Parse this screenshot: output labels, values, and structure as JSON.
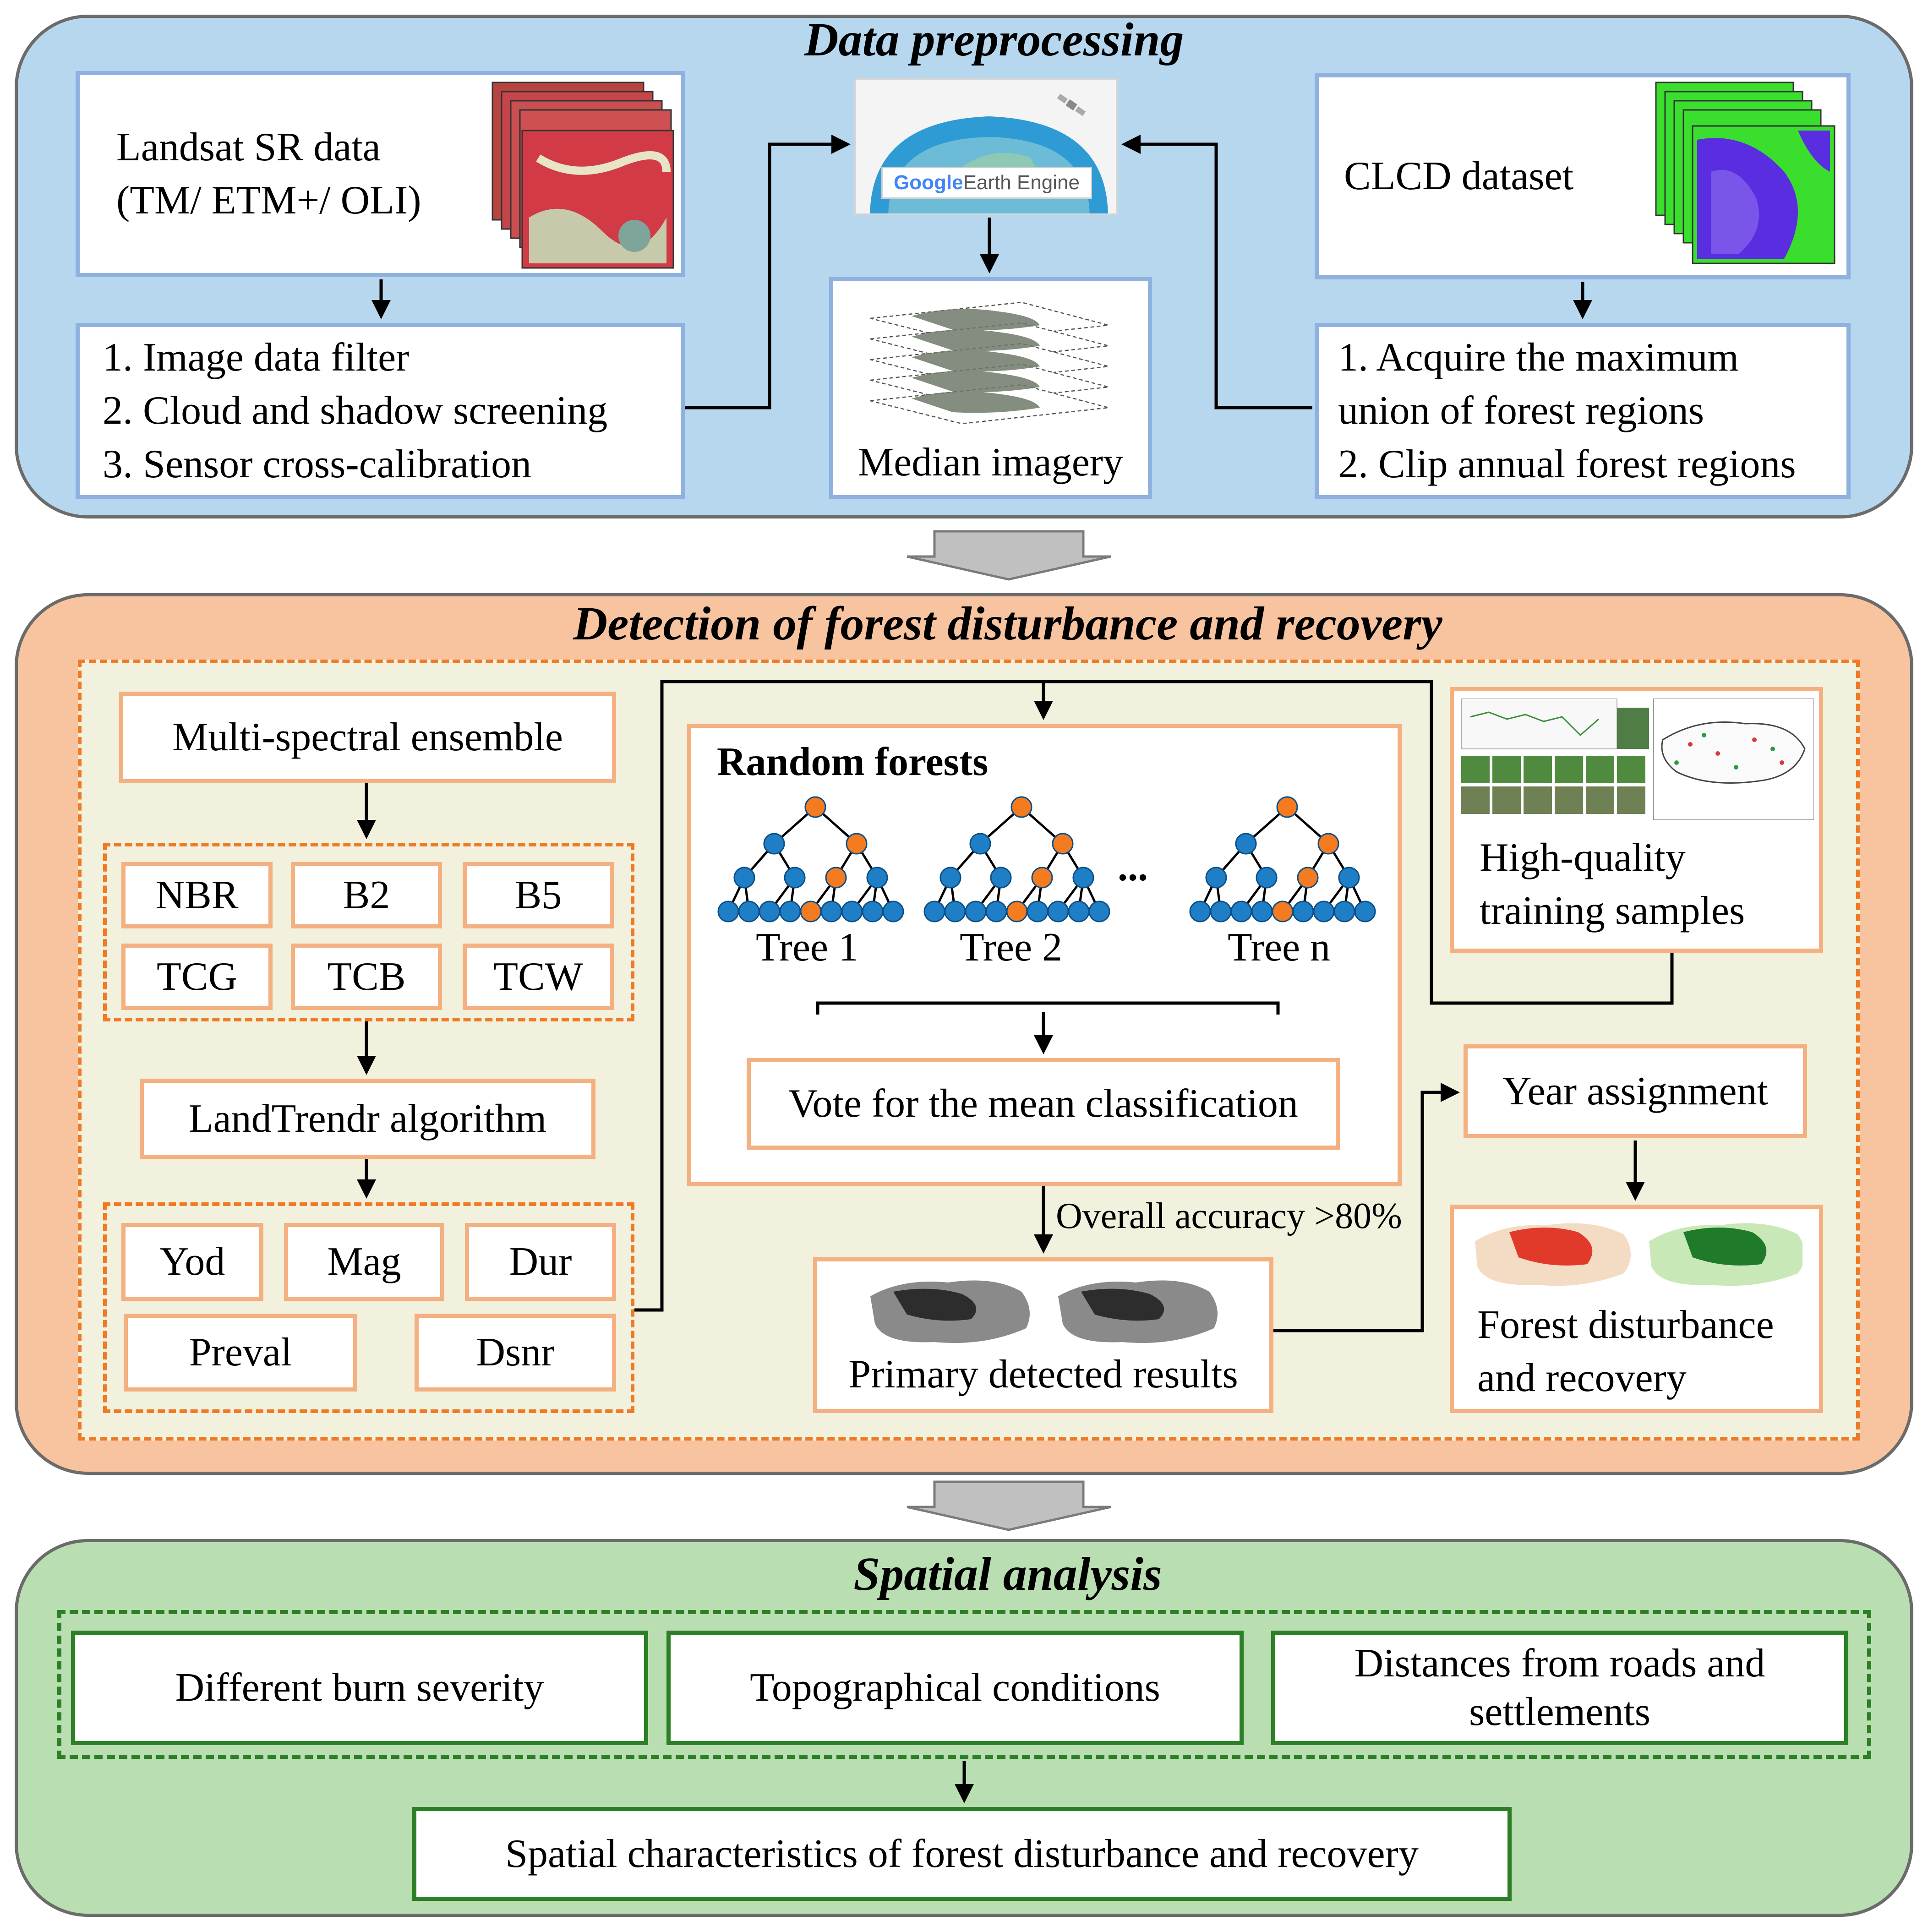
{
  "sections": {
    "preprocessing": {
      "title": "Data preprocessing",
      "landsat_label_l1": "Landsat SR data",
      "landsat_label_l2": "(TM/ ETM+/ OLI)",
      "landsat_steps": [
        "1. Image data filter",
        "2. Cloud and shadow screening",
        "3. Sensor cross-calibration"
      ],
      "gee_logo_google": "Google",
      "gee_logo_rest": " Earth Engine",
      "median_label": "Median imagery",
      "clcd_label": "CLCD dataset",
      "clcd_steps": [
        "1. Acquire the maximum",
        "union of forest regions",
        "2. Clip annual forest regions"
      ]
    },
    "detection": {
      "title": "Detection of forest disturbance and recovery",
      "ensemble_label": "Multi-spectral ensemble",
      "indices": [
        "NBR",
        "B2",
        "B5",
        "TCG",
        "TCB",
        "TCW"
      ],
      "landtrendr_label": "LandTrendr algorithm",
      "metrics": [
        "Yod",
        "Mag",
        "Dur",
        "Preval",
        "Dsnr"
      ],
      "rf_title": "Random forests",
      "trees": [
        "Tree 1",
        "Tree 2",
        "Tree n"
      ],
      "ellipsis": "...",
      "vote_label": "Vote for the mean classification",
      "accuracy_label": "Overall accuracy >80%",
      "primary_label": "Primary detected results",
      "samples_label_l1": "High-quality",
      "samples_label_l2": "training samples",
      "year_label": "Year assignment",
      "final_label_l1": "Forest disturbance",
      "final_label_l2": "and recovery"
    },
    "spatial": {
      "title": "Spatial analysis",
      "factors": [
        "Different burn severity",
        "Topographical conditions",
        "Distances from roads and settlements"
      ],
      "result_label": "Spatial characteristics of forest disturbance and recovery"
    }
  },
  "colors": {
    "panel_blue": "#b6d7ee",
    "panel_orange": "#f8c4a0",
    "panel_green": "#b9deb1",
    "tree_node_blue": "#1f7fc6",
    "tree_node_orange": "#f47b20",
    "forest_green": "#2d7f25"
  }
}
